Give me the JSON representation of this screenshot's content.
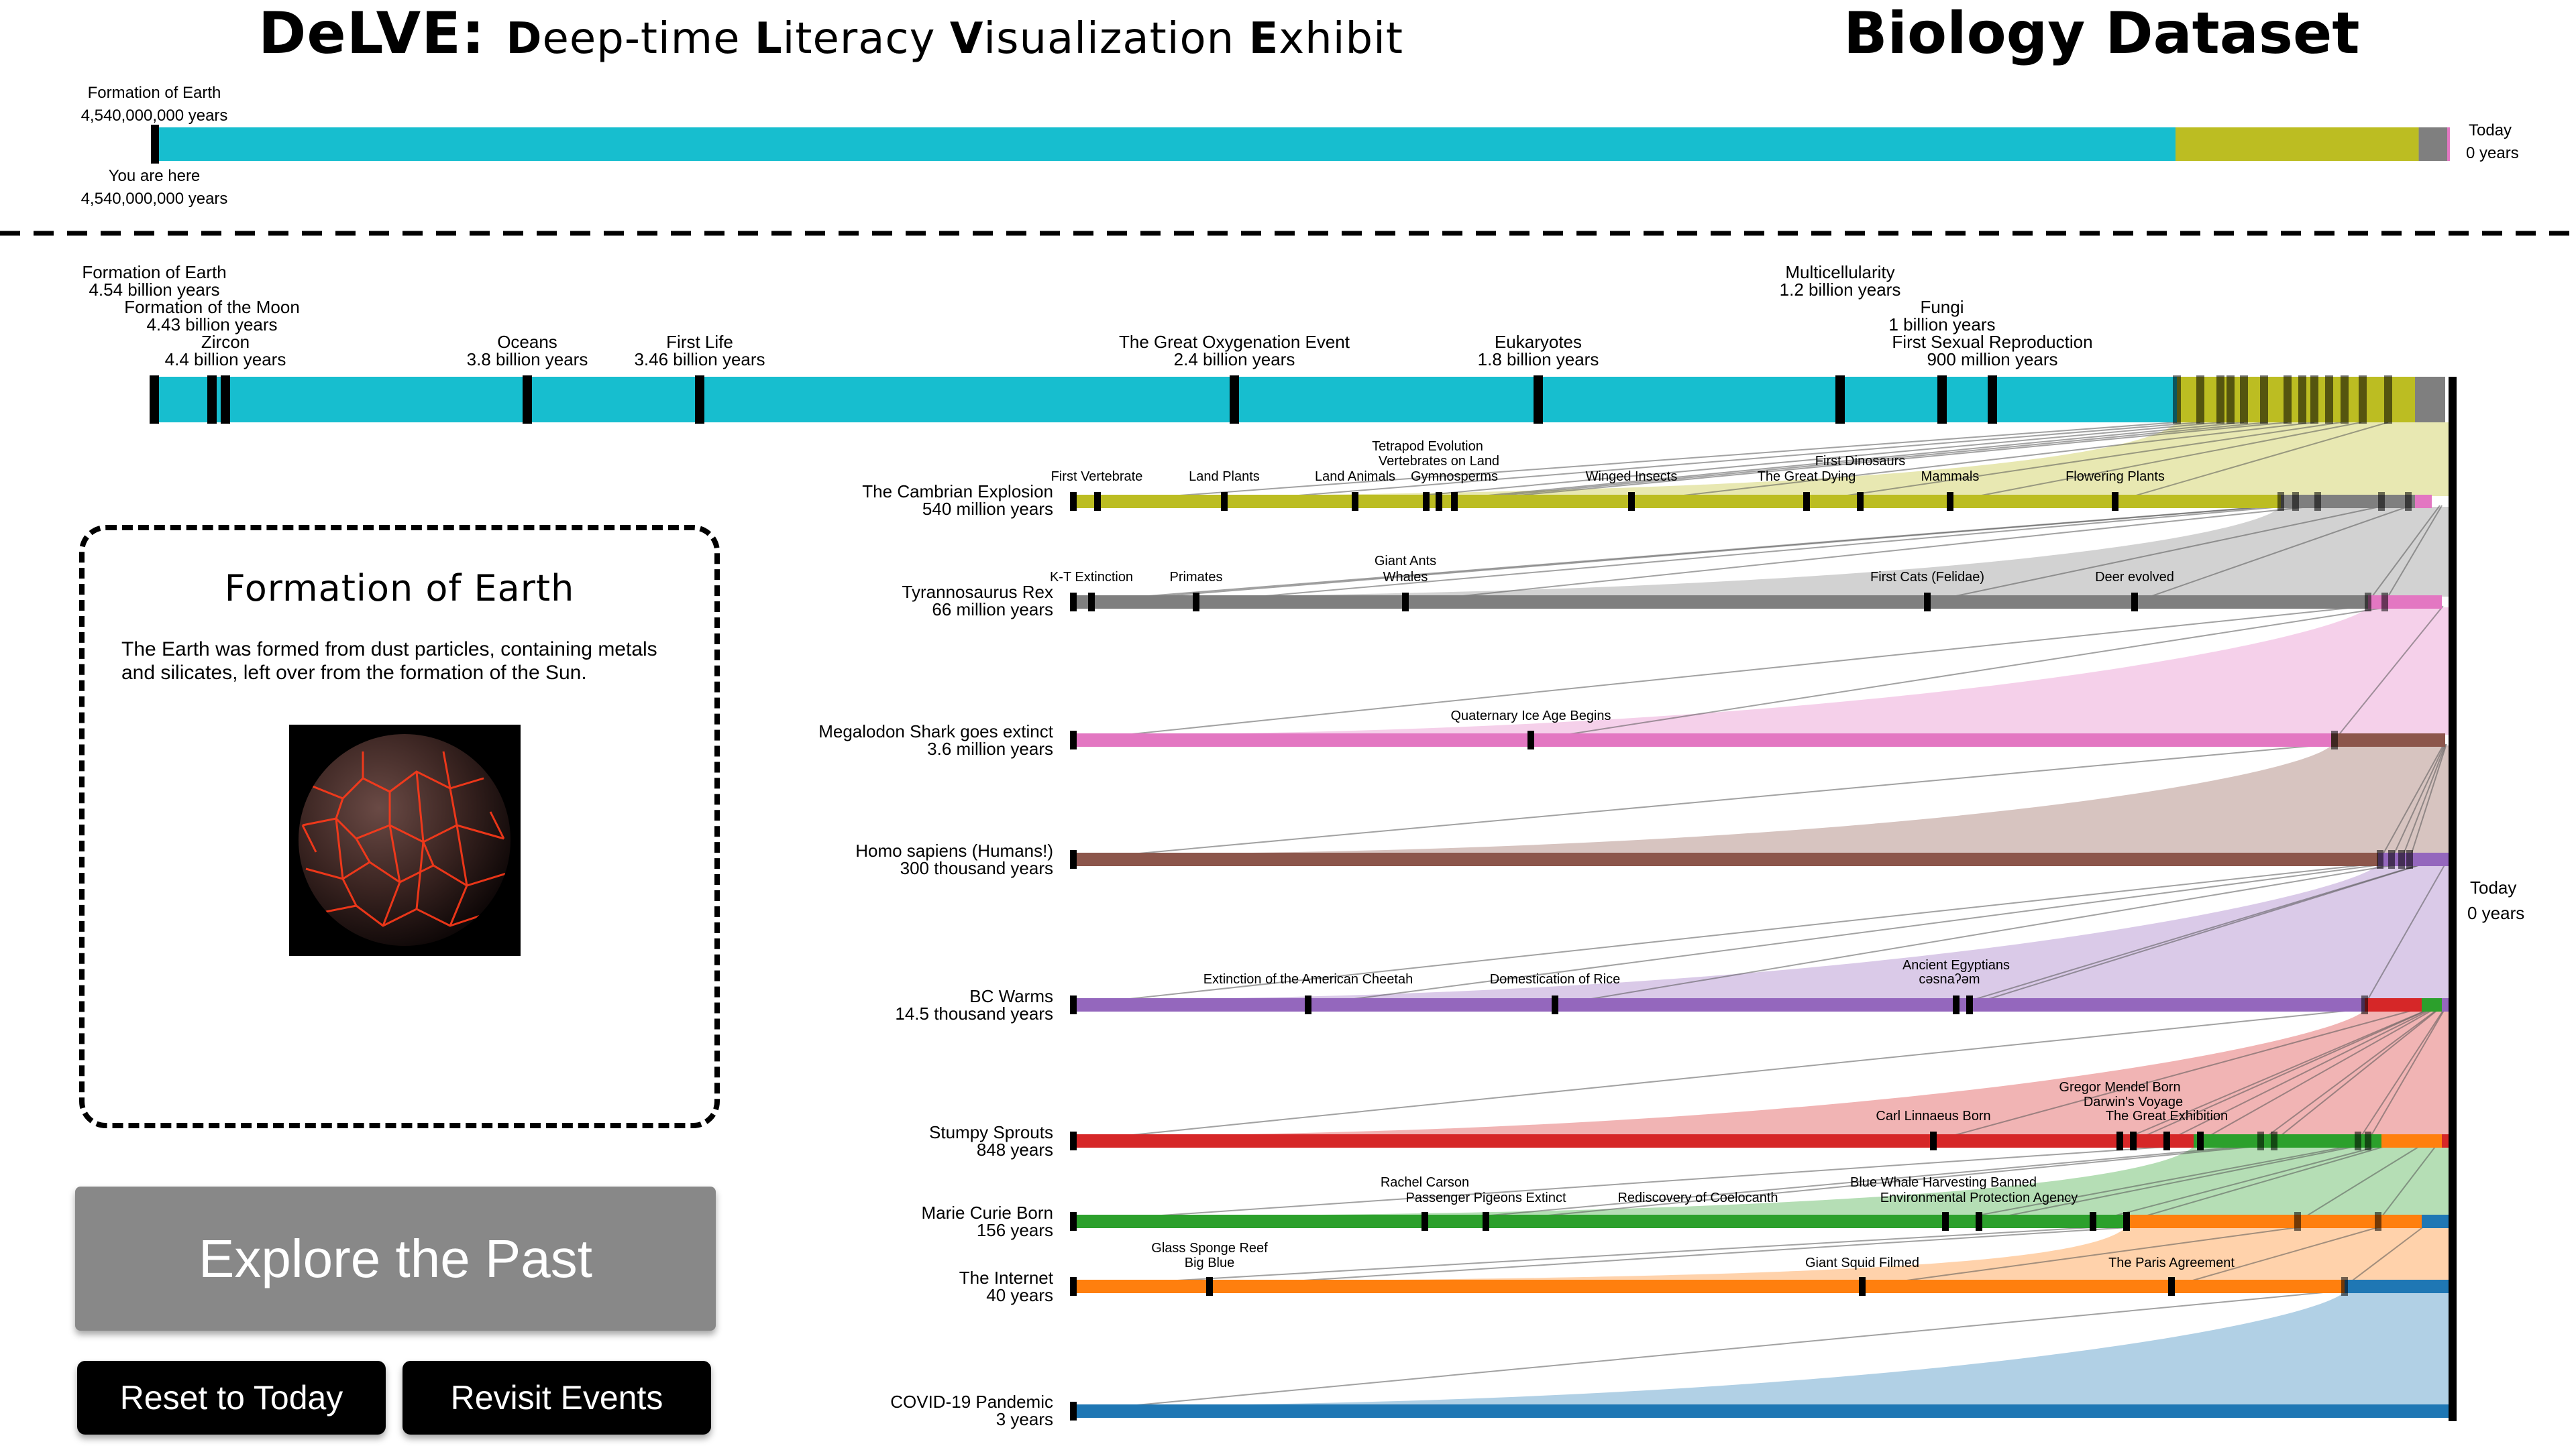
{
  "header": {
    "title_big": "DeLVE:",
    "title_words": [
      {
        "cap": "D",
        "rest": "eep-time "
      },
      {
        "cap": "L",
        "rest": "iteracy "
      },
      {
        "cap": "V",
        "rest": "isualization "
      },
      {
        "cap": "E",
        "rest": "xhibit"
      }
    ],
    "dataset_title": "Biology Dataset"
  },
  "overview": {
    "start_label": "Formation of Earth",
    "start_value": "4,540,000,000 years",
    "here_label": "You are here",
    "here_value": "4,540,000,000 years",
    "end_label": "Today",
    "end_value": "0 years",
    "segments": [
      {
        "color": "#17becf",
        "fraction": 0.881
      },
      {
        "color": "#bcbd22",
        "fraction": 0.106
      },
      {
        "color": "#7f7f7f",
        "fraction": 0.013
      }
    ]
  },
  "colors": {
    "cyan": "#17becf",
    "olive": "#bcbd22",
    "gray": "#7f7f7f",
    "pink": "#e377c2",
    "brown": "#8c564b",
    "purple": "#9467bd",
    "red": "#d62728",
    "green": "#2ca02c",
    "orange": "#ff7f0e",
    "blue": "#1f77b4"
  },
  "main_timeline": {
    "events": [
      {
        "name": "Formation of Earth",
        "value": "4.54 billion years"
      },
      {
        "name": "Formation of the Moon",
        "value": "4.43 billion years"
      },
      {
        "name": "Zircon",
        "value": "4.4 billion years"
      },
      {
        "name": "Oceans",
        "value": "3.8 billion years"
      },
      {
        "name": "First Life",
        "value": "3.46 billion years"
      },
      {
        "name": "The Great Oxygenation Event",
        "value": "2.4 billion years"
      },
      {
        "name": "Eukaryotes",
        "value": "1.8 billion years"
      },
      {
        "name": "Multicellularity",
        "value": "1.2 billion years"
      },
      {
        "name": "Fungi",
        "value": "1 billion years"
      },
      {
        "name": "First Sexual Reproduction",
        "value": "900 million years"
      }
    ]
  },
  "rows": [
    {
      "name": "The Cambrian Explosion",
      "value": "540 million years",
      "color": "#bcbd22",
      "events": [
        "First Vertebrate",
        "Land Plants",
        "Land Animals",
        "Tetrapod Evolution",
        "Vertebrates on Land",
        "Gymnosperms",
        "Winged Insects",
        "The Great Dying",
        "First Dinosaurs",
        "Mammals",
        "Flowering Plants"
      ]
    },
    {
      "name": "Tyrannosaurus Rex",
      "value": "66 million years",
      "color": "#7f7f7f",
      "events": [
        "K-T Extinction",
        "Primates",
        "Giant Ants",
        "Whales",
        "First Cats (Felidae)",
        "Deer evolved"
      ]
    },
    {
      "name": "Megalodon Shark goes extinct",
      "value": "3.6 million years",
      "color": "#e377c2",
      "events": [
        "Quaternary Ice Age Begins"
      ]
    },
    {
      "name": "Homo sapiens (Humans!)",
      "value": "300 thousand years",
      "color": "#8c564b",
      "events": []
    },
    {
      "name": "BC Warms",
      "value": "14.5 thousand years",
      "color": "#9467bd",
      "events": [
        "Extinction of the American Cheetah",
        "Domestication of Rice",
        "Ancient Egyptians",
        "cəsnaʔəm"
      ]
    },
    {
      "name": "Stumpy Sprouts",
      "value": "848 years",
      "color": "#d62728",
      "events": [
        "Carl Linnaeus Born",
        "Gregor Mendel Born",
        "Darwin's Voyage",
        "The Great Exhibition"
      ]
    },
    {
      "name": "Marie Curie Born",
      "value": "156 years",
      "color": "#2ca02c",
      "events": [
        "Rachel Carson",
        "Passenger Pigeons Extinct",
        "Rediscovery of Coelocanth",
        "Blue Whale Harvesting Banned",
        "Environmental Protection Agency"
      ]
    },
    {
      "name": "The Internet",
      "value": "40 years",
      "color": "#ff7f0e",
      "events": [
        "Glass Sponge Reef",
        "Big Blue",
        "Giant Squid Filmed",
        "The Paris Agreement"
      ]
    },
    {
      "name": "COVID-19 Pandemic",
      "value": "3 years",
      "color": "#1f77b4",
      "events": []
    }
  ],
  "today": {
    "label": "Today",
    "value": "0 years"
  },
  "info_card": {
    "title": "Formation of Earth",
    "text": "The Earth was formed from dust particles, containing metals and silicates, left over from the formation of the Sun."
  },
  "buttons": {
    "explore": "Explore the Past",
    "reset": "Reset to Today",
    "revisit": "Revisit Events"
  }
}
